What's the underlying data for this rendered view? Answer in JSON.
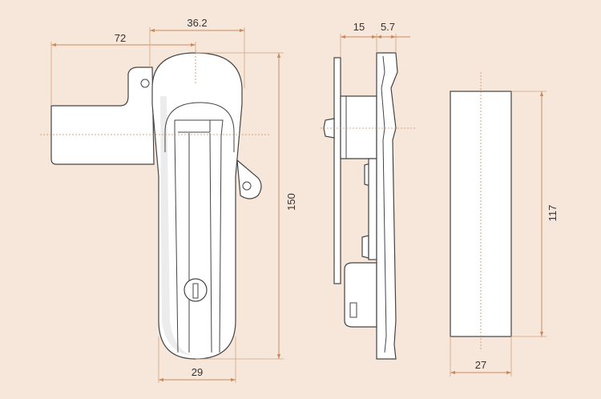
{
  "colors": {
    "background": "#f7e7da",
    "dimension_line": "#c98a5e",
    "outline": "#444444"
  },
  "dimensions": {
    "d72": "72",
    "d36_2": "36.2",
    "d150": "150",
    "d29": "29",
    "d15": "15",
    "d5_7": "5.7",
    "d117": "117",
    "d27": "27"
  }
}
